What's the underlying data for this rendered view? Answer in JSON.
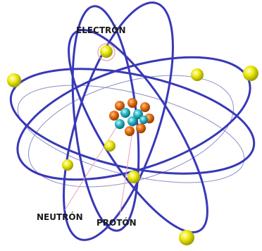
{
  "labels": {
    "electron": "ELECTRÓN",
    "neutron": "NEUTRÓN",
    "proton": "PROTÓN"
  },
  "colors": {
    "orbit_main": "#3838b8",
    "orbit_thin": "#8b8fc4",
    "electron": "#e6e000",
    "electron_ring": "#e8a3a3",
    "neutron": "#e06a10",
    "proton": "#27b7c7",
    "pointer": "#e8a3b3",
    "background": "#ffffff"
  }
}
